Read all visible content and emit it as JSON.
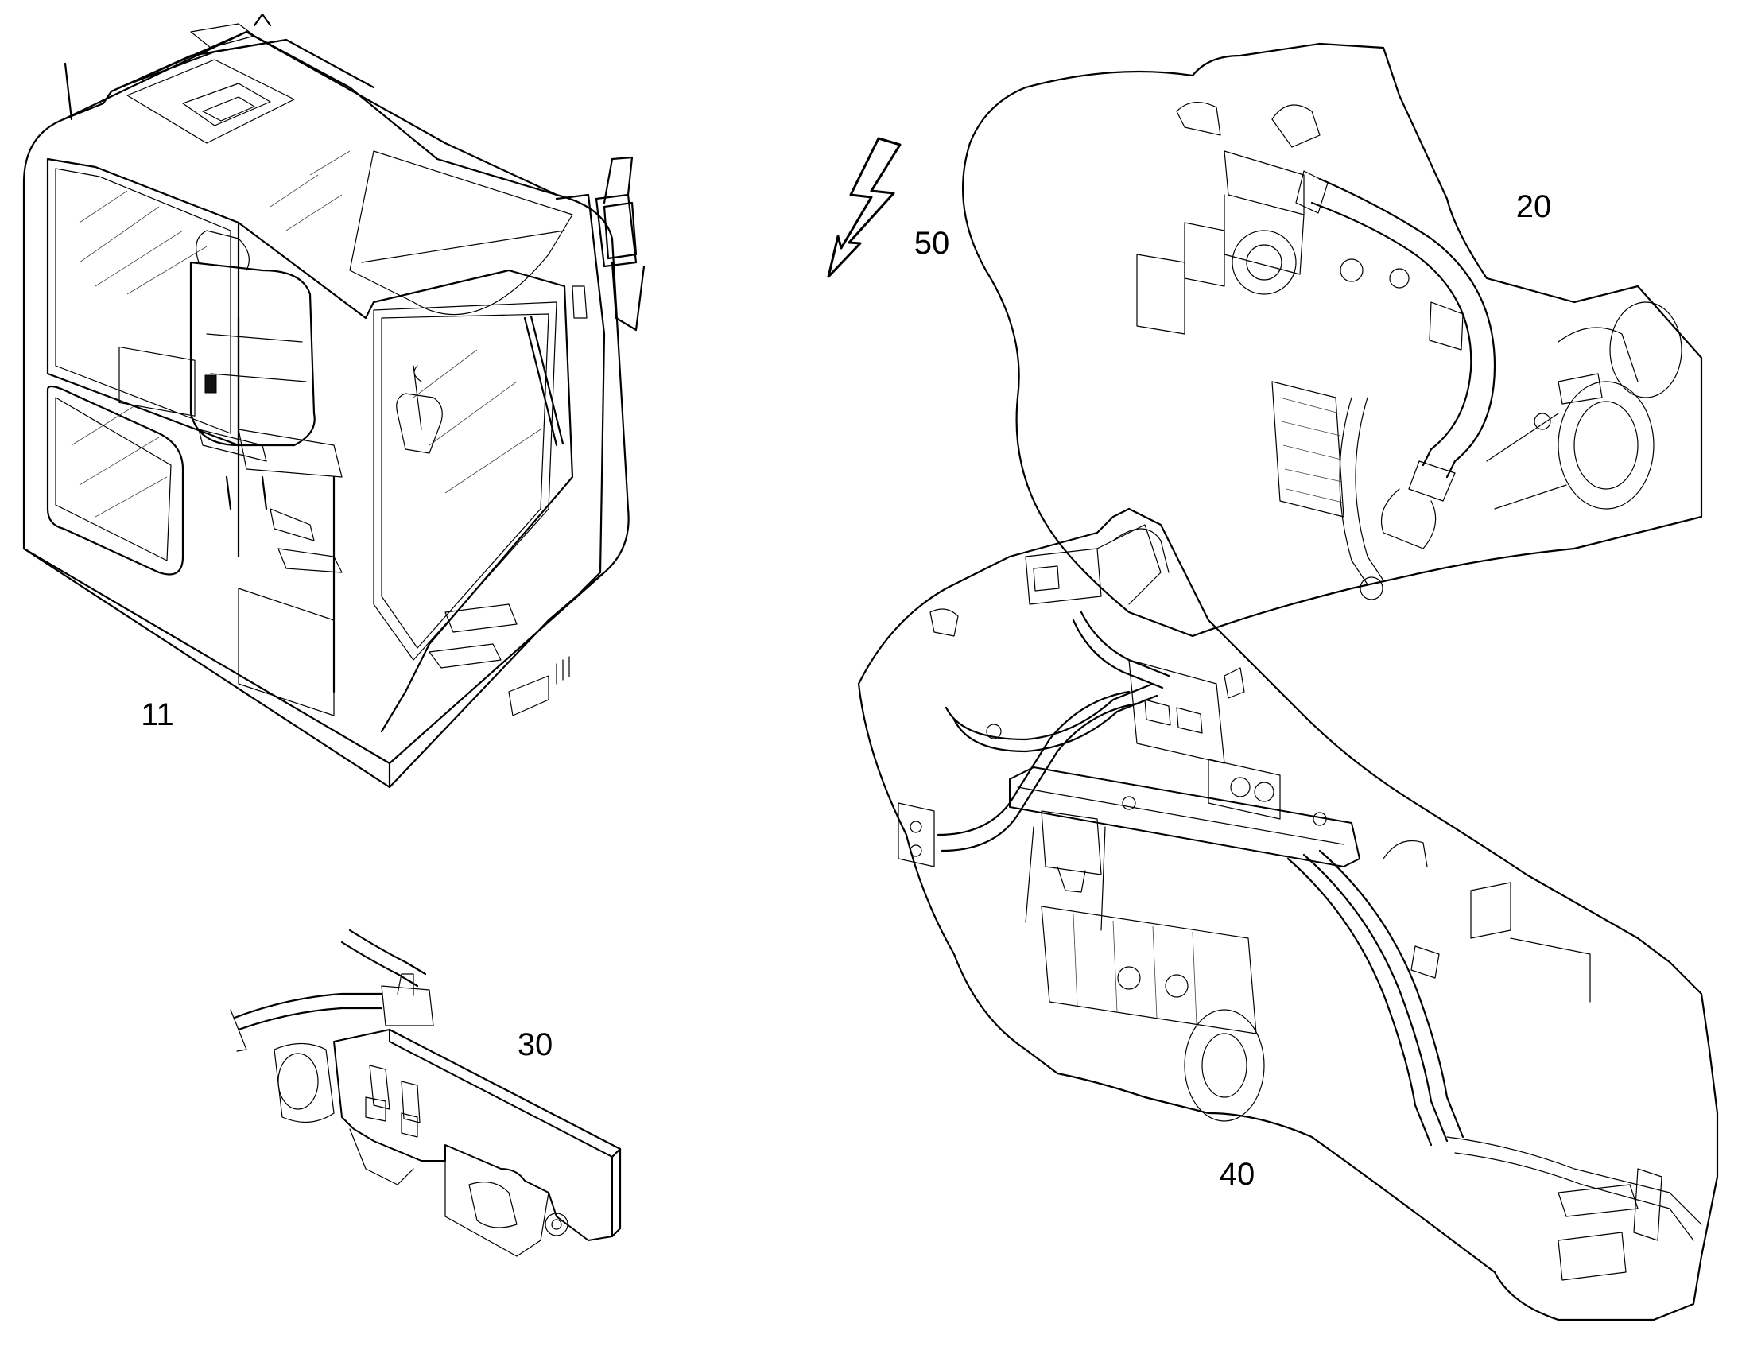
{
  "callouts": {
    "cab": "11",
    "hose_pump": "20",
    "bracket_plate": "30",
    "valve_block": "40",
    "electrical": "50"
  },
  "icons": {
    "electrical": "lightning-bolt-icon"
  },
  "colors": {
    "ink": "#000000",
    "background": "#ffffff"
  }
}
